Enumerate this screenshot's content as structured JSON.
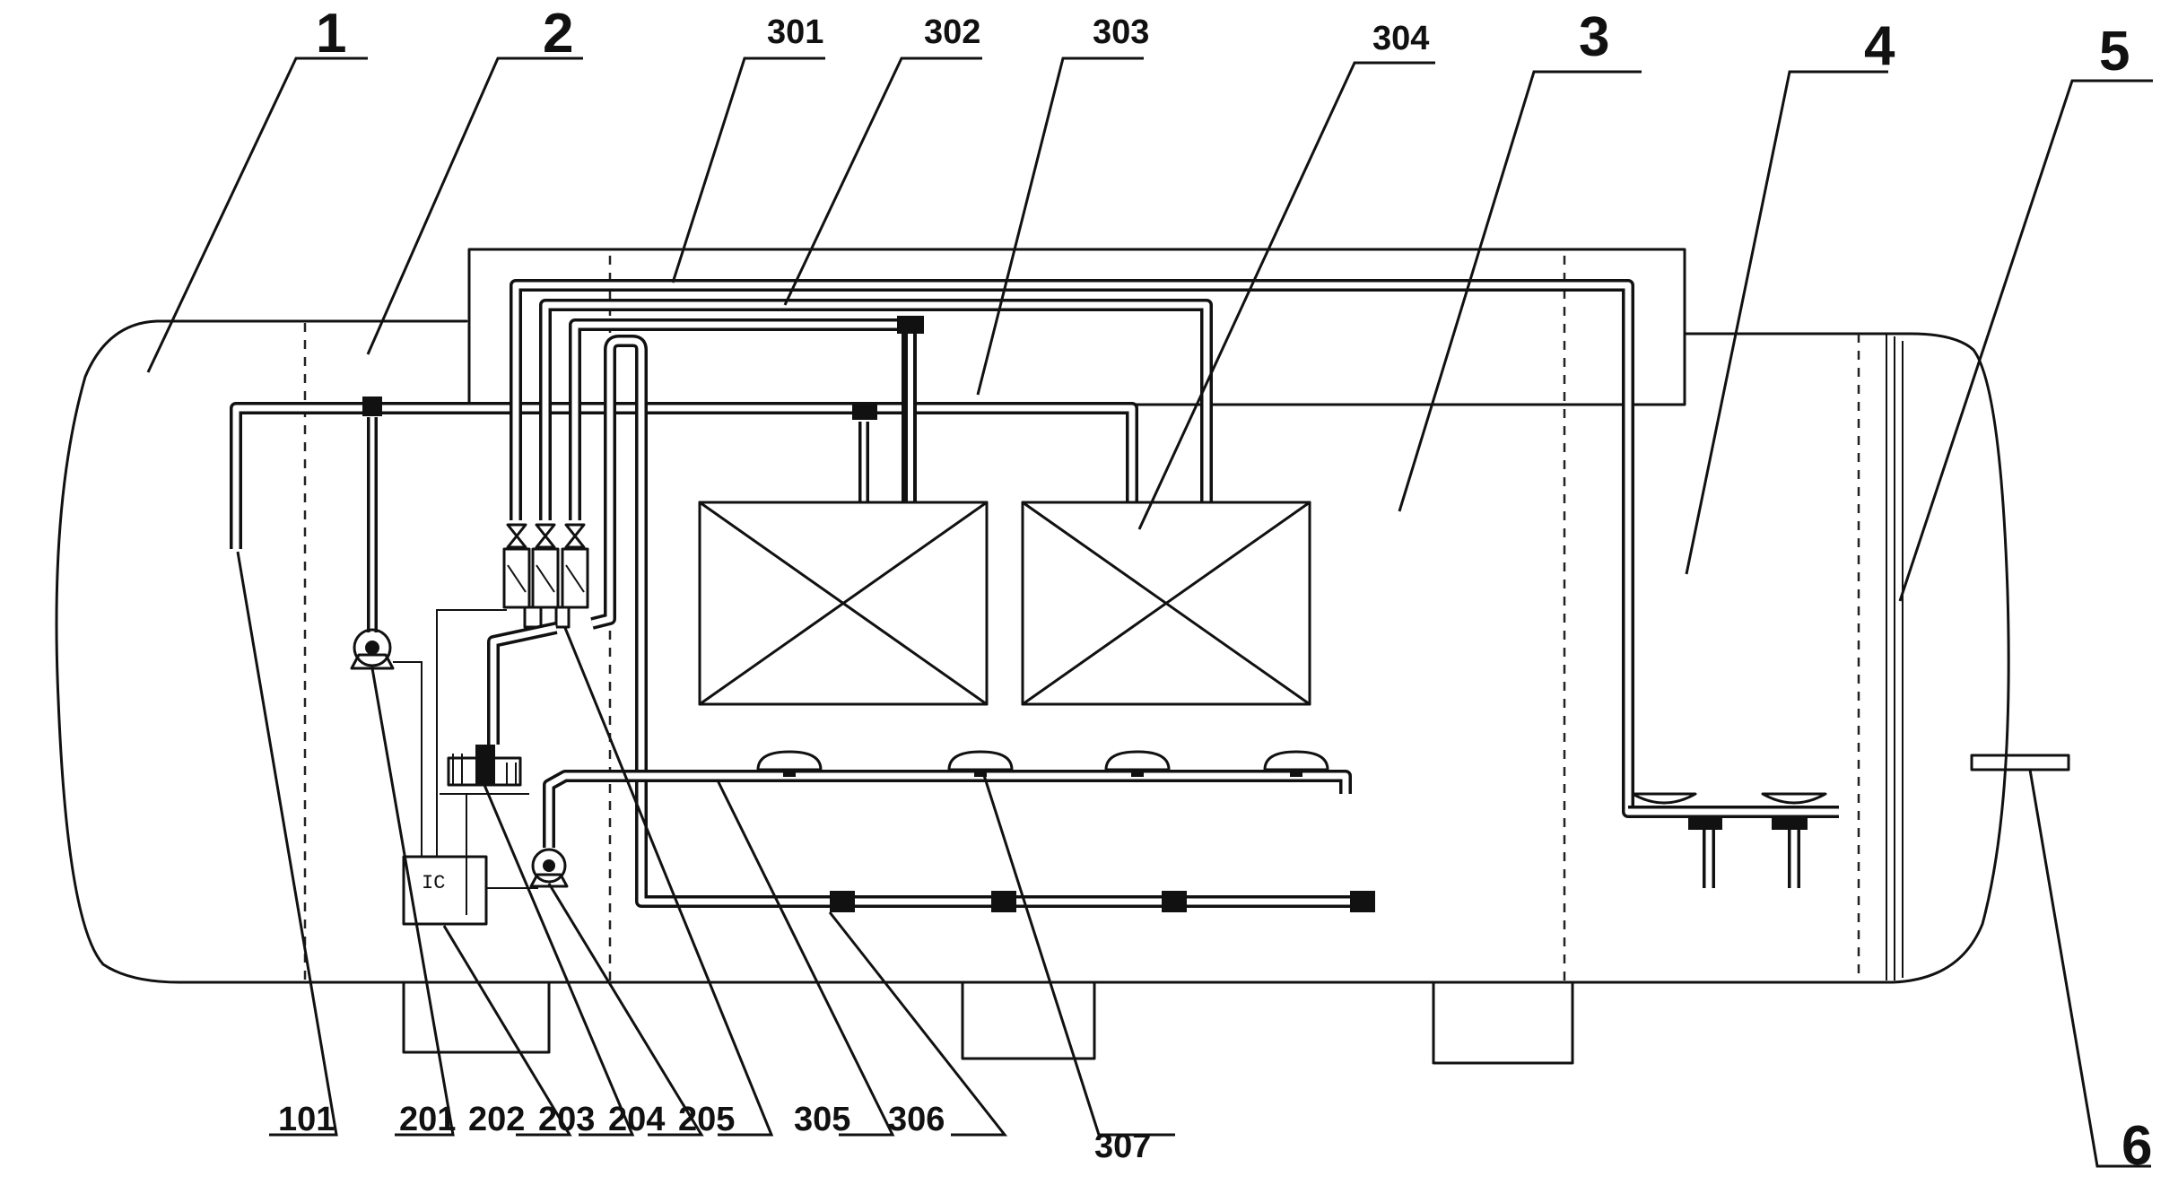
{
  "labels": {
    "n1": "1",
    "n2": "2",
    "n3": "3",
    "n4": "4",
    "n5": "5",
    "n6": "6",
    "n101": "101",
    "n201": "201",
    "n202": "202",
    "n203": "203",
    "n204": "204",
    "n205": "205",
    "n301": "301",
    "n302": "302",
    "n303": "303",
    "n304": "304",
    "n305": "305",
    "n306": "306",
    "n307": "307",
    "ic": "IC"
  }
}
